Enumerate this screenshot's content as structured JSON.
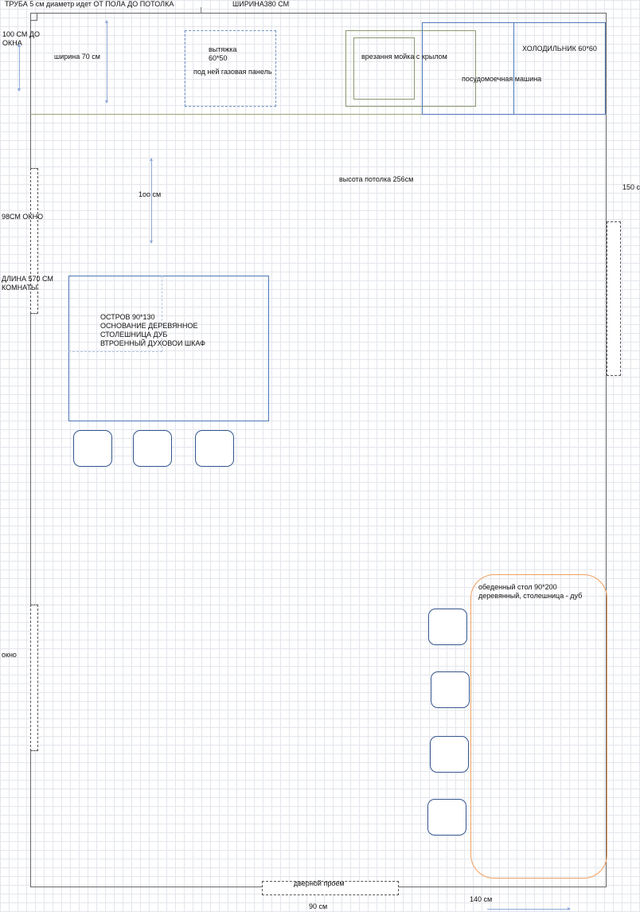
{
  "labels": {
    "pipe": "ТРУБА 5 см диаметр идет ОТ ПОЛА ДО ПОТОЛКА",
    "width_room": "ШИРИНА380 СМ",
    "to_window": "100 СМ ДО\nОКНА",
    "counter_width": "ширина 70 см",
    "hood": "вытяжка\n60*50",
    "gas_panel": "под ней газовая панель",
    "sink": "врезання мойка с крылом",
    "fridge": "ХОЛОДИЛЬНИК  60*60",
    "dishwasher": "посудомоечная машина",
    "ceiling": "высота потолка 256см",
    "side_150": "150 с",
    "dist_100": "1оо см",
    "window_98": "98СМ ОКНО",
    "length_room": "ДЛИНА 570 СМ\nКОМНАТЫ",
    "island": "ОСТРОВ 90*130\nОСНОВАНИЕ ДЕРЕВЯННОЕ\nСТОЛЕШНИЦА ДУБ\nВТРОЕННЫЙ ДУХОВОИ ШКАФ",
    "dining_table": "обеденный  стол 90*200\nдеревянный, столешница - дуб",
    "window": "окно",
    "doorway": "дверной проем",
    "door_width": "90 см",
    "dim_140": "140 см"
  },
  "colors": {
    "wall": "#666666",
    "furniture_blue": "#4f77b8",
    "counter_olive": "#8f9871",
    "table_orange": "#f0a060",
    "stool": "#34568f",
    "dimension_arrow": "#8fa8d8"
  }
}
